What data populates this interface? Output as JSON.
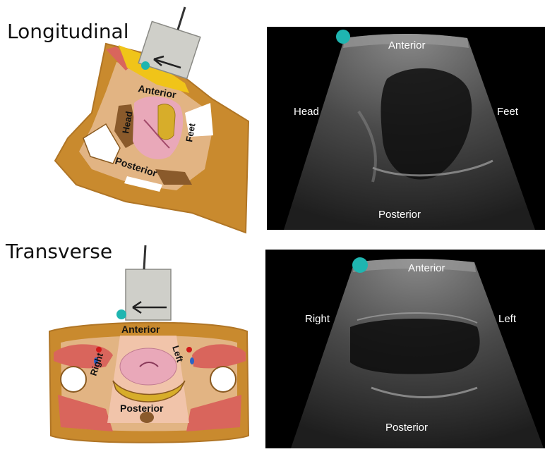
{
  "titles": {
    "longitudinal": "Longitudinal",
    "transverse": "Transverse"
  },
  "longitudinal": {
    "diagram_labels": {
      "anterior": "Anterior",
      "head": "Head",
      "feet": "Feet",
      "posterior": "Posterior"
    },
    "ultrasound_labels": {
      "anterior": "Anterior",
      "head": "Head",
      "feet": "Feet",
      "posterior": "Posterior"
    }
  },
  "transverse": {
    "diagram_labels": {
      "anterior": "Anterior",
      "right": "Right",
      "left": "Left",
      "posterior": "Posterior"
    },
    "ultrasound_labels": {
      "anterior": "Anterior",
      "right": "Right",
      "left": "Left",
      "posterior": "Posterior"
    }
  },
  "colors": {
    "marker_teal": "#1fb5b0",
    "skin_tan": "#c98a2e",
    "skin_light": "#e2b483",
    "muscle_red": "#d9655c",
    "bladder_yellow": "#f0c419",
    "uterus_pink": "#e9a8b9",
    "probe_gray": "#cfcfc9"
  }
}
